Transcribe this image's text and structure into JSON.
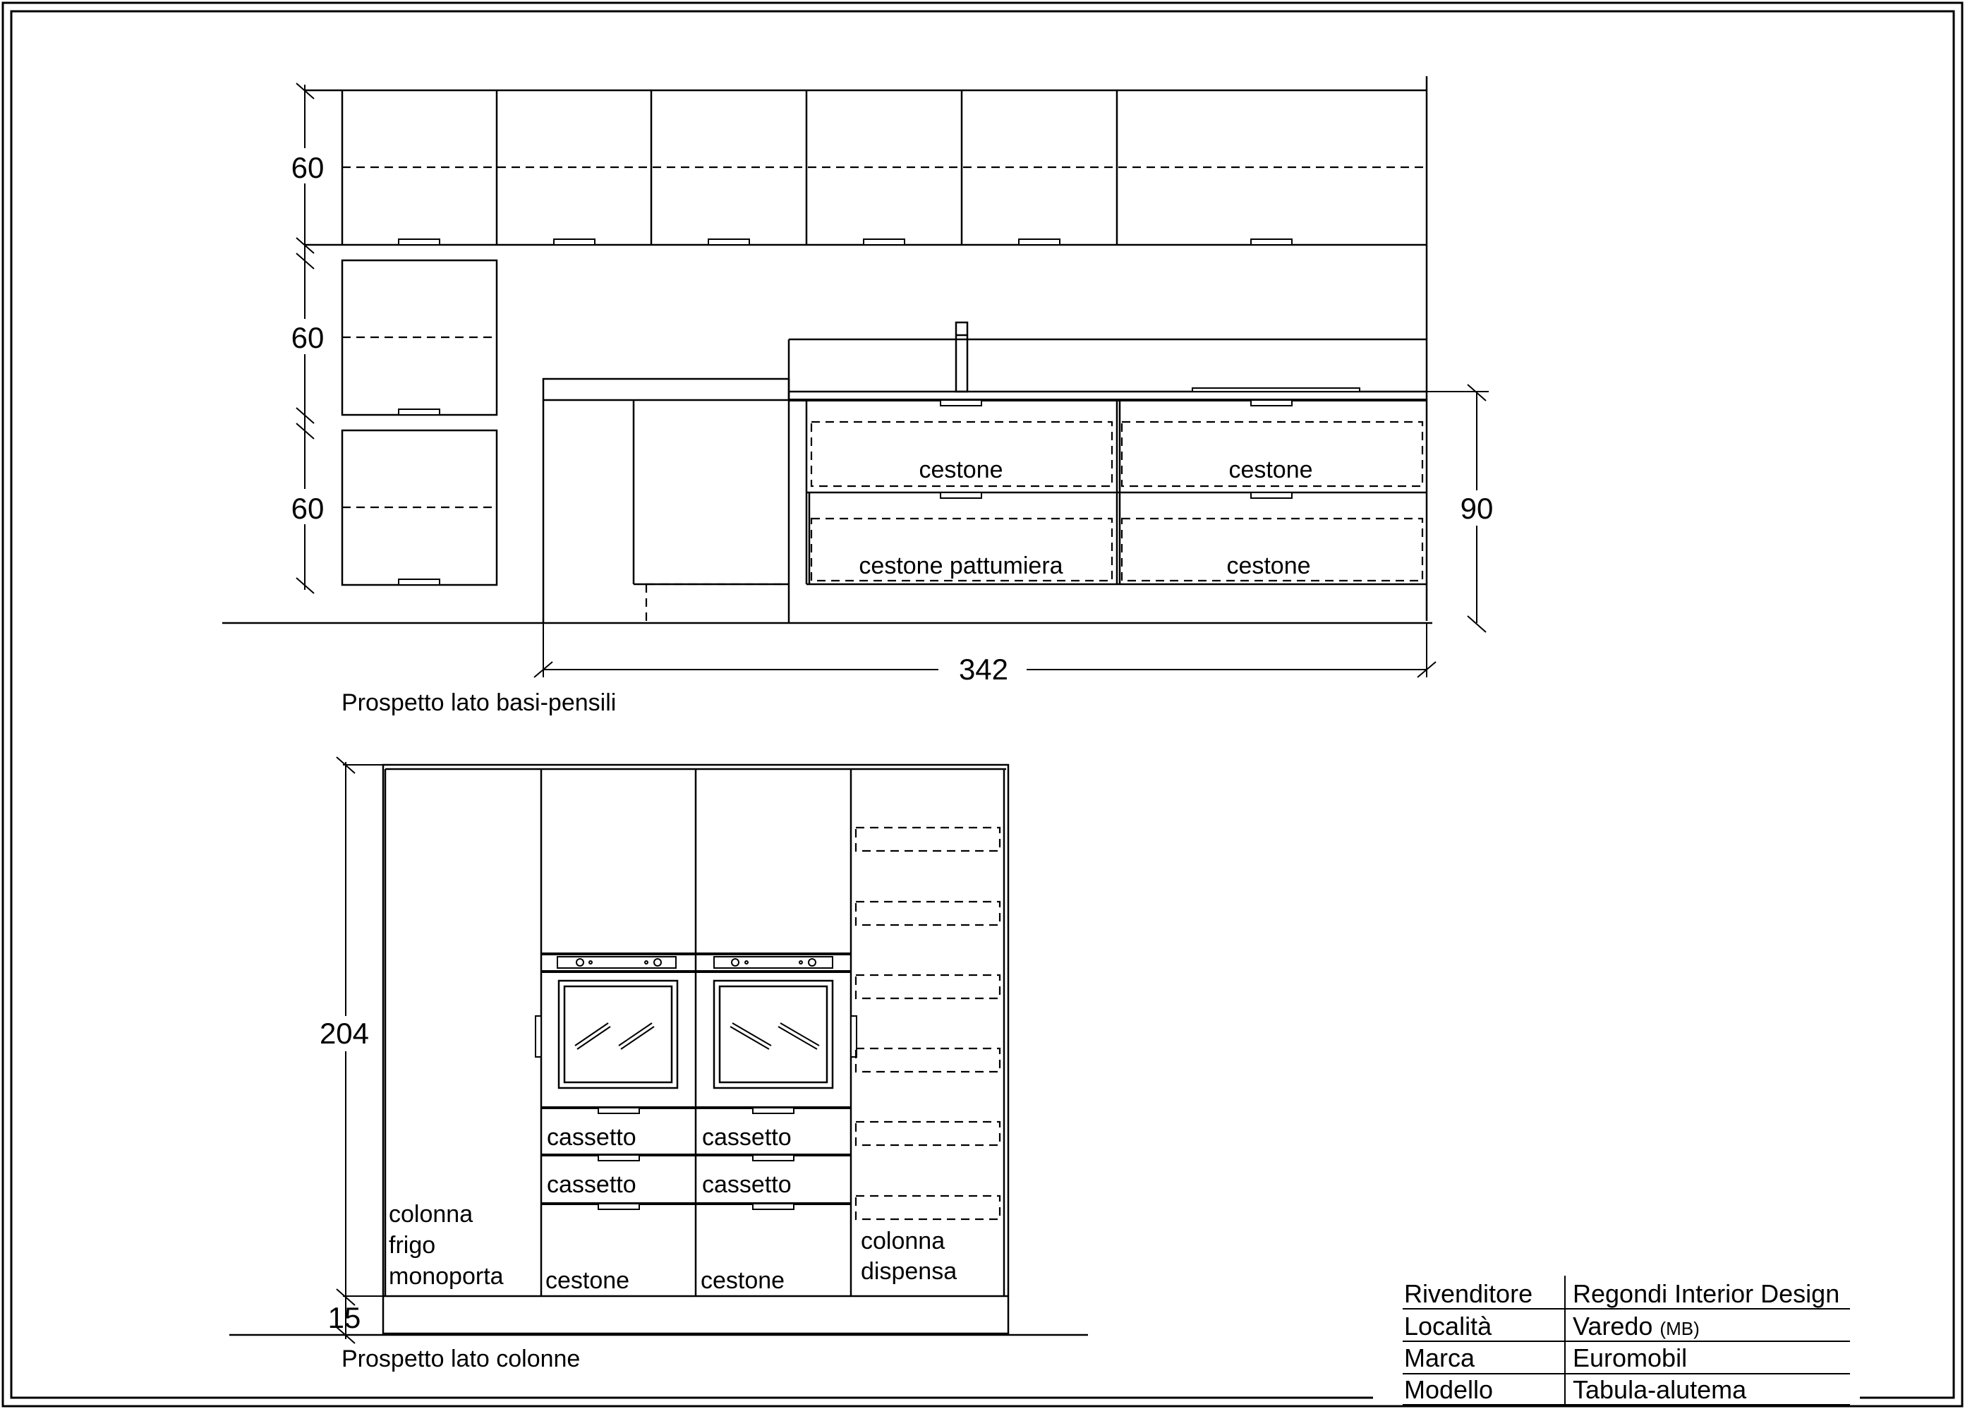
{
  "elevation_top": {
    "caption": "Prospetto lato basi-pensili",
    "dims": {
      "wall_upper": "60",
      "wall_mid": "60",
      "wall_low": "60",
      "base_height": "90",
      "total_width": "342"
    },
    "drawers": {
      "top_left": "cestone",
      "top_right": "cestone",
      "bottom_left": "cestone pattumiera",
      "bottom_right": "cestone"
    }
  },
  "elevation_bottom": {
    "caption": "Prospetto lato colonne",
    "dims": {
      "height": "204",
      "plinth": "15"
    },
    "fridge_label": [
      "colonna",
      "frigo",
      "monoporta"
    ],
    "oven1": {
      "drawer1": "cassetto",
      "drawer2": "cassetto",
      "drawer3": "cestone"
    },
    "oven2": {
      "drawer1": "cassetto",
      "drawer2": "cassetto",
      "drawer3": "cestone"
    },
    "pantry_label": [
      "colonna",
      "dispensa"
    ]
  },
  "title_block": {
    "rows": [
      {
        "key": "Rivenditore",
        "value": "Regondi Interior Design",
        "suffix": ""
      },
      {
        "key": "Località",
        "value": "Varedo",
        "suffix": "(MB)"
      },
      {
        "key": "Marca",
        "value": "Euromobil",
        "suffix": ""
      },
      {
        "key": "Modello",
        "value": "Tabula-alutema",
        "suffix": ""
      }
    ]
  }
}
